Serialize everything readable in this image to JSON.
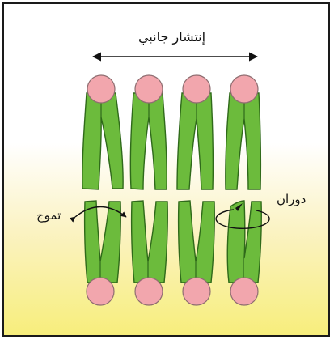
{
  "labels": {
    "lateral_diffusion": "إنتشار جانبي",
    "rotation": "دوران",
    "flip_flop": "تموج"
  },
  "colors": {
    "head": "#f2a6ad",
    "head_stroke": "#8e6d70",
    "tail": "#6cbb3c",
    "tail_stroke": "#2f6a1a",
    "arrow": "#111111",
    "border": "#1a1a1a",
    "gradient_bottom": "#f7ee7c"
  },
  "diagram": {
    "top_row_count": 4,
    "bottom_row_count": 4
  }
}
